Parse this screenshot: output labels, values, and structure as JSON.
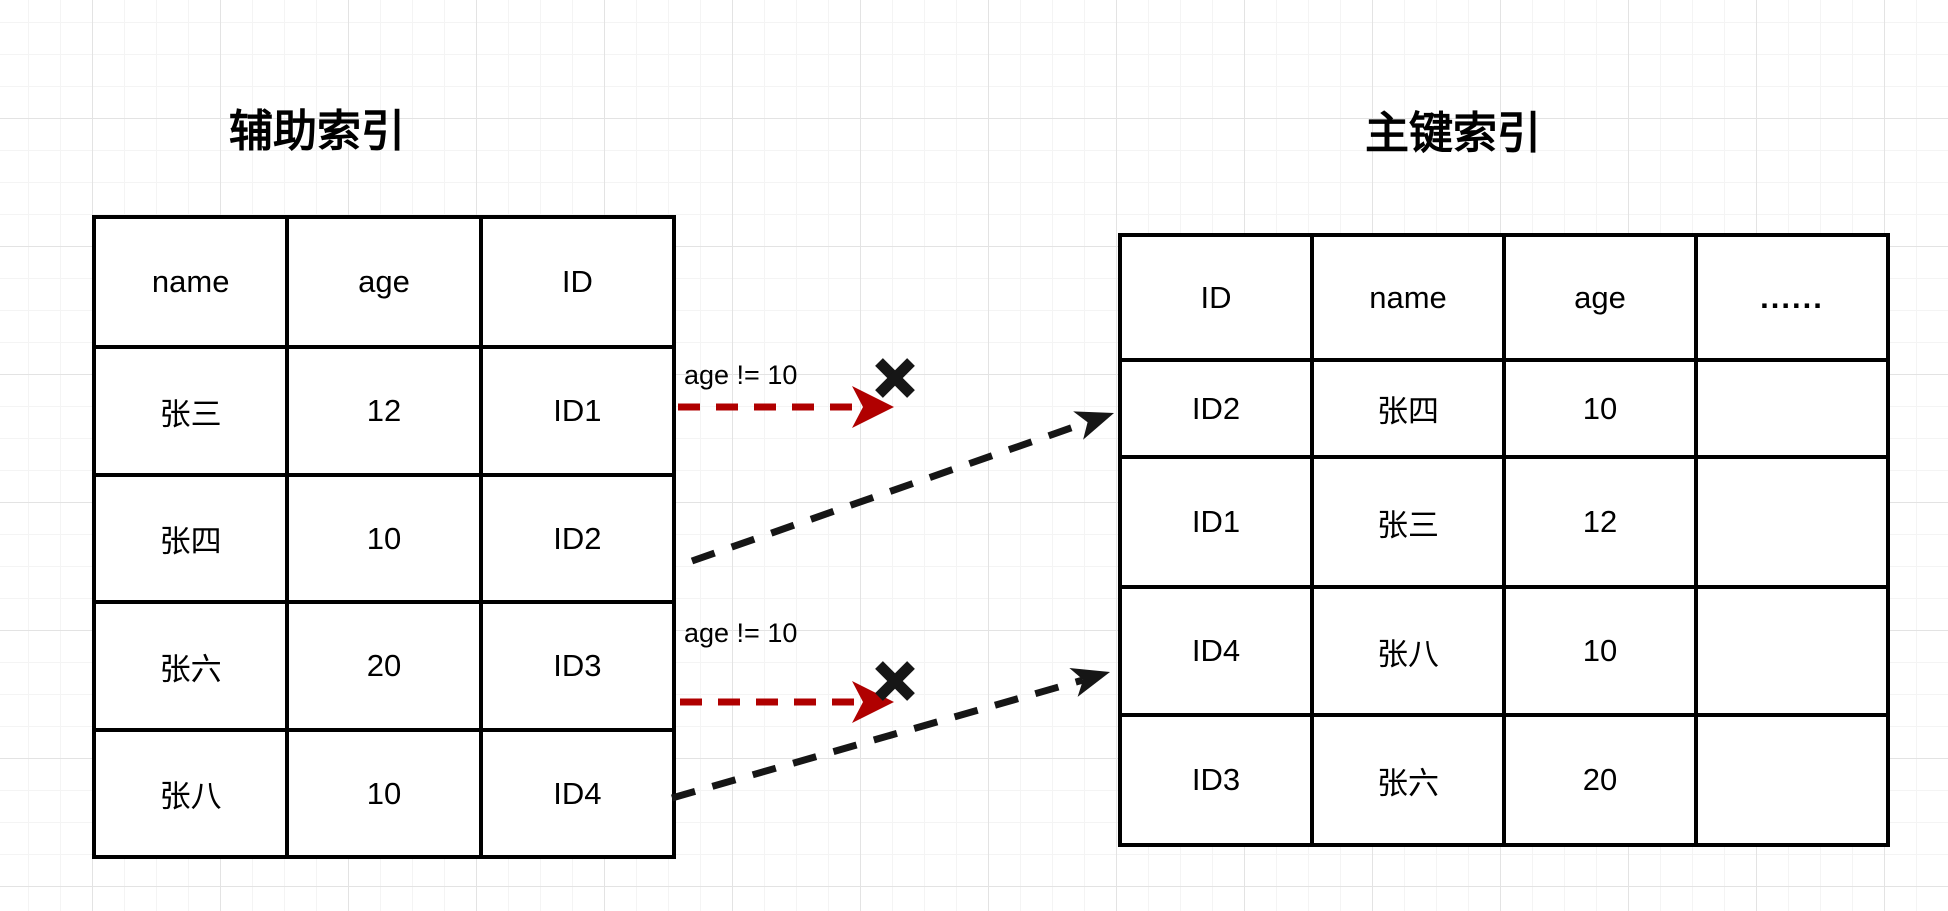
{
  "diagram": {
    "secondary_index": {
      "title": "辅助索引",
      "headers": [
        "name",
        "age",
        "ID"
      ],
      "rows": [
        [
          "张三",
          "12",
          "ID1"
        ],
        [
          "张四",
          "10",
          "ID2"
        ],
        [
          "张六",
          "20",
          "ID3"
        ],
        [
          "张八",
          "10",
          "ID4"
        ]
      ]
    },
    "primary_index": {
      "title": "主键索引",
      "headers": [
        "ID",
        "name",
        "age",
        "......"
      ],
      "rows": [
        [
          "ID2",
          "张四",
          "10",
          ""
        ],
        [
          "ID1",
          "张三",
          "12",
          ""
        ],
        [
          "ID4",
          "张八",
          "10",
          ""
        ],
        [
          "ID3",
          "张六",
          "20",
          ""
        ]
      ]
    },
    "annotations": {
      "reject_label_1": "age != 10",
      "reject_label_2": "age != 10"
    },
    "icons": {
      "reject_x": "✖"
    },
    "colors": {
      "reject_arrow": "#B00000",
      "lookup_arrow": "#161616",
      "table_border": "#000000"
    }
  }
}
